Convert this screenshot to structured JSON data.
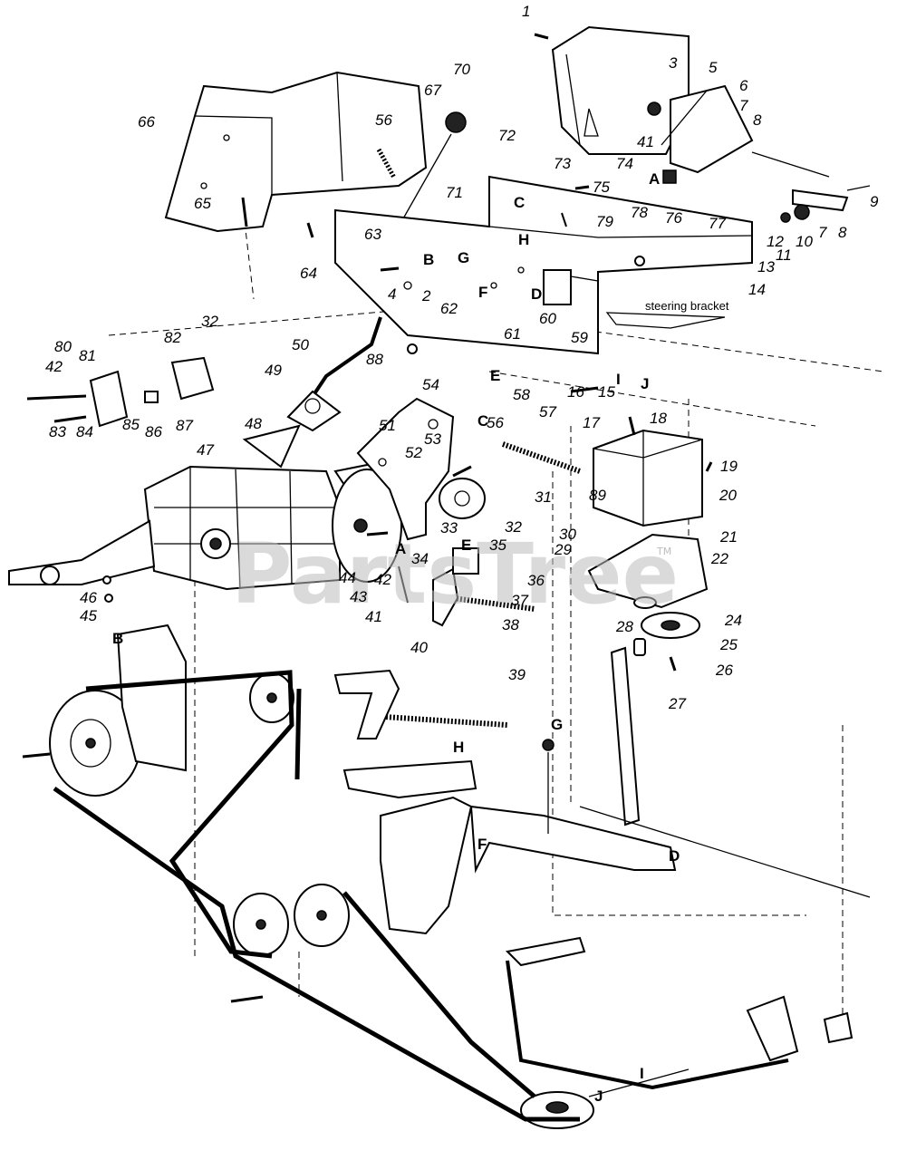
{
  "watermark": "PartsTree",
  "watermark_tm": "TM",
  "note": "steering bracket",
  "callouts": [
    {
      "t": "1"
    },
    {
      "t": "2"
    },
    {
      "t": "3"
    },
    {
      "t": "4"
    },
    {
      "t": "5"
    },
    {
      "t": "6"
    },
    {
      "t": "7"
    },
    {
      "t": "7"
    },
    {
      "t": "8"
    },
    {
      "t": "8"
    },
    {
      "t": "9"
    },
    {
      "t": "10"
    },
    {
      "t": "11"
    },
    {
      "t": "12"
    },
    {
      "t": "13"
    },
    {
      "t": "14"
    },
    {
      "t": "15"
    },
    {
      "t": "16"
    },
    {
      "t": "17"
    },
    {
      "t": "18"
    },
    {
      "t": "19"
    },
    {
      "t": "20"
    },
    {
      "t": "21"
    },
    {
      "t": "22"
    },
    {
      "t": "24"
    },
    {
      "t": "25"
    },
    {
      "t": "26"
    },
    {
      "t": "27"
    },
    {
      "t": "28"
    },
    {
      "t": "29"
    },
    {
      "t": "30"
    },
    {
      "t": "31"
    },
    {
      "t": "32"
    },
    {
      "t": "32"
    },
    {
      "t": "33"
    },
    {
      "t": "34"
    },
    {
      "t": "35"
    },
    {
      "t": "36"
    },
    {
      "t": "37"
    },
    {
      "t": "38"
    },
    {
      "t": "39"
    },
    {
      "t": "40"
    },
    {
      "t": "41"
    },
    {
      "t": "41"
    },
    {
      "t": "42"
    },
    {
      "t": "42"
    },
    {
      "t": "43"
    },
    {
      "t": "44"
    },
    {
      "t": "45"
    },
    {
      "t": "46"
    },
    {
      "t": "47"
    },
    {
      "t": "48"
    },
    {
      "t": "49"
    },
    {
      "t": "50"
    },
    {
      "t": "51"
    },
    {
      "t": "52"
    },
    {
      "t": "53"
    },
    {
      "t": "54"
    },
    {
      "t": "56"
    },
    {
      "t": "56"
    },
    {
      "t": "57"
    },
    {
      "t": "58"
    },
    {
      "t": "59"
    },
    {
      "t": "60"
    },
    {
      "t": "61"
    },
    {
      "t": "62"
    },
    {
      "t": "63"
    },
    {
      "t": "64"
    },
    {
      "t": "65"
    },
    {
      "t": "66"
    },
    {
      "t": "67"
    },
    {
      "t": "70"
    },
    {
      "t": "71"
    },
    {
      "t": "72"
    },
    {
      "t": "73"
    },
    {
      "t": "74"
    },
    {
      "t": "75"
    },
    {
      "t": "76"
    },
    {
      "t": "77"
    },
    {
      "t": "78"
    },
    {
      "t": "79"
    },
    {
      "t": "80"
    },
    {
      "t": "81"
    },
    {
      "t": "82"
    },
    {
      "t": "83"
    },
    {
      "t": "84"
    },
    {
      "t": "85"
    },
    {
      "t": "86"
    },
    {
      "t": "87"
    },
    {
      "t": "88"
    },
    {
      "t": "89"
    }
  ],
  "letters": [
    {
      "t": "A"
    },
    {
      "t": "A"
    },
    {
      "t": "B"
    },
    {
      "t": "B"
    },
    {
      "t": "C"
    },
    {
      "t": "C"
    },
    {
      "t": "D"
    },
    {
      "t": "D"
    },
    {
      "t": "E"
    },
    {
      "t": "E"
    },
    {
      "t": "F"
    },
    {
      "t": "F"
    },
    {
      "t": "G"
    },
    {
      "t": "G"
    },
    {
      "t": "H"
    },
    {
      "t": "H"
    },
    {
      "t": "I"
    },
    {
      "t": "I"
    },
    {
      "t": "J"
    },
    {
      "t": "J"
    }
  ]
}
